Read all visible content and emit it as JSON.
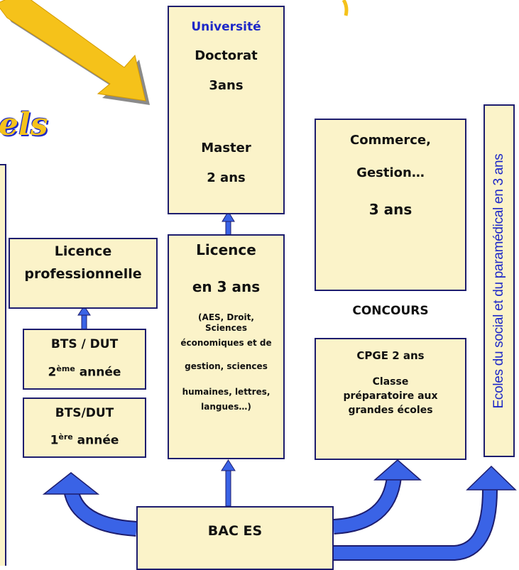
{
  "colors": {
    "box_fill": "#fbf3c9",
    "box_border": "#1d1d6e",
    "arrow_blue": "#3a63e6",
    "arrow_yellow": "#f5c21a",
    "universite_blue": "#1d28c8"
  },
  "partial_title": "els",
  "universite": {
    "institution": "Université",
    "doctorat": "Doctorat",
    "doctorat_duration": "3ans",
    "master": "Master",
    "master_duration": "2 ans"
  },
  "licence": {
    "title": "Licence",
    "duration": "en 3 ans",
    "fields_1": "(AES, Droit,",
    "fields_2": "Sciences",
    "fields_3": "économiques et de",
    "fields_4": "gestion, sciences",
    "fields_5": "humaines, lettres,",
    "fields_6": "langues…)"
  },
  "licence_pro": {
    "line1": "Licence",
    "line2": "professionnelle"
  },
  "bts2": {
    "line1": "BTS / DUT",
    "number": "2",
    "sup": "ème",
    "rest": " année"
  },
  "bts1": {
    "line1": "BTS/DUT",
    "number": "1",
    "sup": "ère",
    "rest": " année"
  },
  "commerce": {
    "line1": "Commerce,",
    "line2": "Gestion…",
    "line3": "3 ans"
  },
  "concours": "CONCOURS",
  "cpge": {
    "title": "CPGE 2 ans",
    "line1": "Classe",
    "line2": "préparatoire aux",
    "line3": "grandes écoles"
  },
  "ecoles": "Ecoles du social et du paramédical en 3 ans",
  "bac": "BAC ES"
}
